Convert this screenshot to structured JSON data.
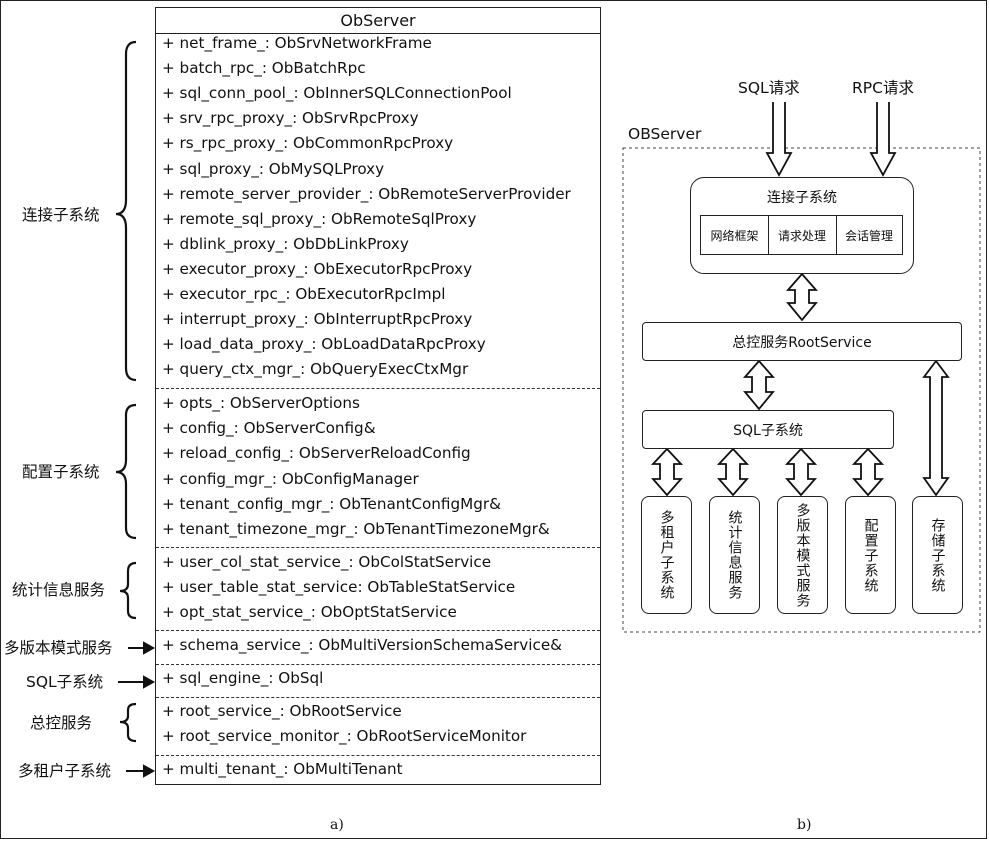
{
  "left": {
    "title": "ObServer",
    "attributes": [
      "+ net_frame_: ObSrvNetworkFrame",
      "+ batch_rpc_: ObBatchRpc",
      "+ sql_conn_pool_: ObInnerSQLConnectionPool",
      "+ srv_rpc_proxy_: ObSrvRpcProxy",
      "+ rs_rpc_proxy_: ObCommonRpcProxy",
      "+ sql_proxy_: ObMySQLProxy",
      "+ remote_server_provider_: ObRemoteServerProvider",
      "+ remote_sql_proxy_: ObRemoteSqlProxy",
      "+ dblink_proxy_: ObDbLinkProxy",
      "+ executor_proxy_: ObExecutorRpcProxy",
      "+ executor_rpc_: ObExecutorRpcImpl",
      "+ interrupt_proxy_: ObInterruptRpcProxy",
      "+ load_data_proxy_: ObLoadDataRpcProxy",
      "+ query_ctx_mgr_: ObQueryExecCtxMgr",
      "+ opts_: ObServerOptions",
      "+ config_: ObServerConfig&",
      "+ reload_config_: ObServerReloadConfig",
      "+ config_mgr_: ObConfigManager",
      "+ tenant_config_mgr_: ObTenantConfigMgr&",
      "+ tenant_timezone_mgr_: ObTenantTimezoneMgr&",
      "+ user_col_stat_service_: ObColStatService",
      "+ user_table_stat_service: ObTableStatService",
      "+ opt_stat_service_: ObOptStatService",
      "+ schema_service_: ObMultiVersionSchemaService&",
      "+ sql_engine_: ObSql",
      "+ root_service_: ObRootService",
      "+ root_service_monitor_: ObRootServiceMonitor",
      "+ multi_tenant_: ObMultiTenant"
    ],
    "groups": [
      "连接子系统",
      "配置子系统",
      "统计信息服务",
      "多版本模式服务",
      "SQL子系统",
      "总控服务",
      "多租户子系统"
    ],
    "caption": "a)"
  },
  "right": {
    "container_label": "OBServer",
    "sql_request": "SQL请求",
    "rpc_request": "RPC请求",
    "conn_subsystem": "连接子系统",
    "conn_cells": [
      "网络框架",
      "请求处理",
      "会话管理"
    ],
    "root_service": "总控服务RootService",
    "sql_subsystem": "SQL子系统",
    "bottom_boxes": [
      "多租户子系统",
      "统计信息服务",
      "多版本模式服务",
      "配置子系统"
    ],
    "storage": "存储子系统",
    "caption": "b)"
  }
}
